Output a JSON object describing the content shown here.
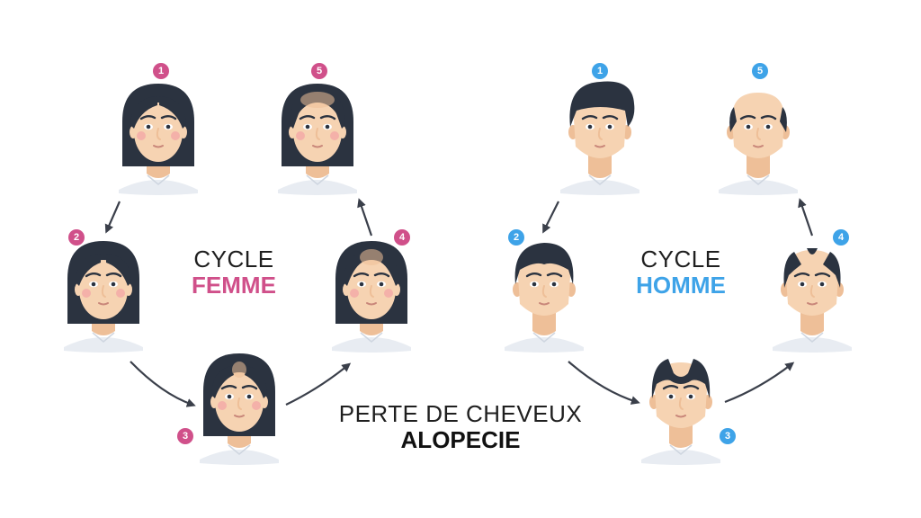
{
  "female": {
    "cycle_label": "CYCLE",
    "gender_label": "FEMME",
    "steps": [
      "1",
      "2",
      "3",
      "4",
      "5"
    ]
  },
  "male": {
    "cycle_label": "CYCLE",
    "gender_label": "HOMME",
    "steps": [
      "1",
      "2",
      "3",
      "4",
      "5"
    ]
  },
  "footer": {
    "line1": "PERTE DE CHEVEUX",
    "line2": "ALOPECIE"
  },
  "colors": {
    "female_accent": "#d0508a",
    "male_accent": "#3ea3e8",
    "hair": "#2b3340",
    "skin": "#f6d3b2",
    "skin_shadow": "#eebf98",
    "arrow": "#3a3f4a",
    "collar": "#e8ecf2"
  }
}
